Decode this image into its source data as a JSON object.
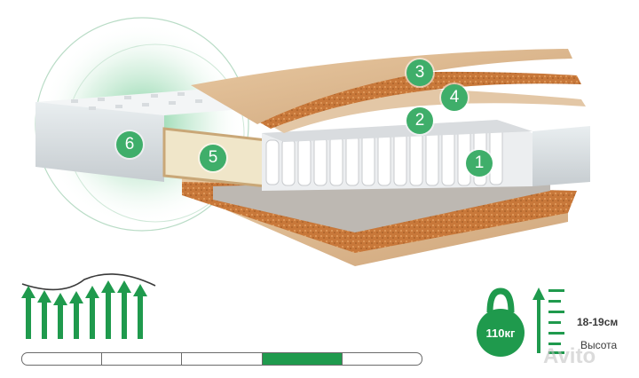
{
  "layers": [
    {
      "id": "1"
    },
    {
      "id": "2"
    },
    {
      "id": "3"
    },
    {
      "id": "4"
    },
    {
      "id": "5"
    },
    {
      "id": "6"
    }
  ],
  "stiffness": {
    "segments": 5,
    "active_segment": 4
  },
  "weight": {
    "label": "110кг"
  },
  "height": {
    "value": "18-19см",
    "label": "Высота"
  },
  "watermark": {
    "text": "Avito"
  },
  "colors": {
    "accent": "#3fae6a",
    "bar_active": "#1f9a4d",
    "coir": "#c87a3c",
    "felt": "#d9b48a"
  }
}
